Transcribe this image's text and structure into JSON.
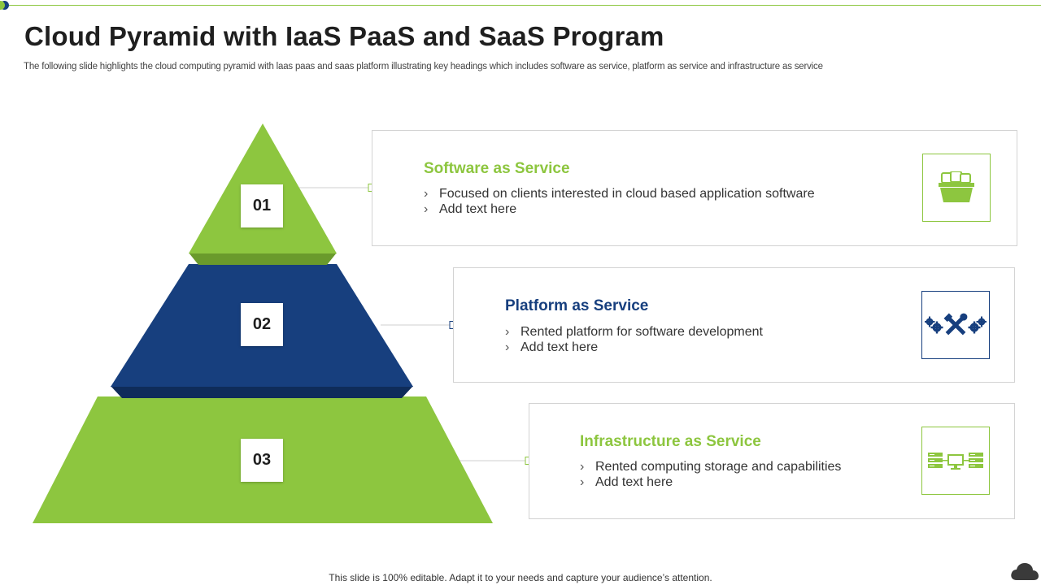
{
  "header": {
    "title": "Cloud Pyramid with IaaS PaaS and SaaS Program",
    "subtitle": "The following slide highlights the cloud computing pyramid with laas paas and saas platform illustrating key headings which includes software as service, platform as service and infrastructure as service"
  },
  "colors": {
    "green": "#8dc63f",
    "navy": "#173f7e"
  },
  "pyramid": {
    "levels": [
      {
        "number": "01"
      },
      {
        "number": "02"
      },
      {
        "number": "03"
      }
    ]
  },
  "cards": [
    {
      "title": "Software as Service",
      "bullets": [
        "Focused on clients interested in cloud based application software",
        "Add text here"
      ],
      "icon": "basket-icon"
    },
    {
      "title": "Platform as Service",
      "bullets": [
        "Rented platform for software development",
        "Add text here"
      ],
      "icon": "tools-gears-icon"
    },
    {
      "title": "Infrastructure as Service",
      "bullets": [
        "Rented computing storage and capabilities",
        "Add text here"
      ],
      "icon": "network-servers-icon"
    }
  ],
  "bullet_glyph": "›",
  "footer": {
    "text": "This slide is 100% editable. Adapt it to your needs and capture your audience’s attention."
  }
}
